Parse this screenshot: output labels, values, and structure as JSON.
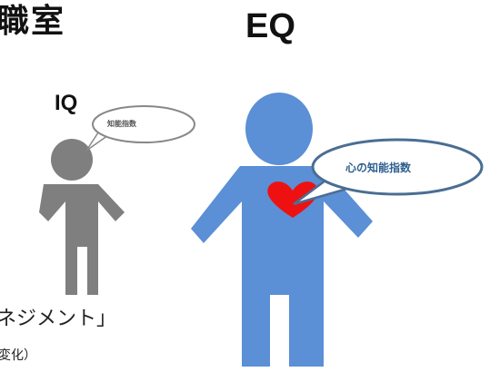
{
  "title_fragment": "職室",
  "eq_figure": {
    "label": "EQ",
    "bubble_text": "心の知能指数",
    "body_color": "#5b8fd6",
    "heart_color": "#ee1111",
    "bubble_border_color": "#4a6e93"
  },
  "iq_figure": {
    "label": "IQ",
    "bubble_text": "知能指数",
    "body_color": "#7f7f7f",
    "bubble_border_color": "#888888"
  },
  "management_fragment": "ネジメント」",
  "change_fragment": "変化）"
}
